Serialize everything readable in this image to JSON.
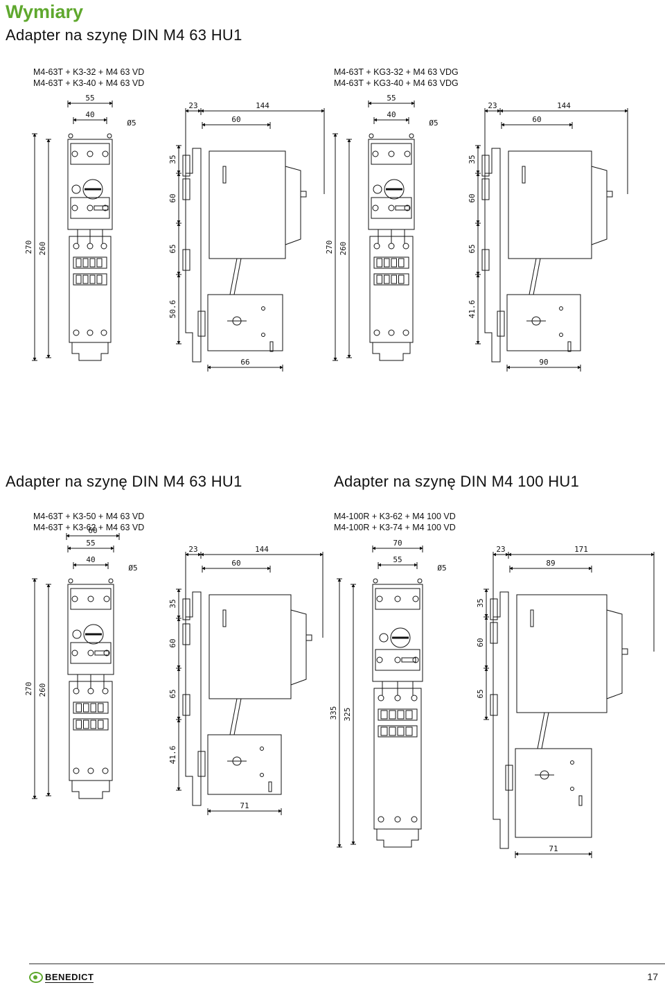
{
  "page": {
    "title": "Wymiary",
    "page_number": "17",
    "brand": "BENEDICT"
  },
  "sections": [
    {
      "title": "Adapter na szynę DIN M4 63 HU1",
      "diagrams": [
        {
          "combos": [
            "M4-63T + K3-32 + M4 63 VD",
            "M4-63T + K3-40 + M4 63 VD"
          ],
          "front_dims": {
            "width_outer": "55",
            "width_inner": "40",
            "hole": "Ø5",
            "height_outer": "270",
            "height_inner": "260"
          },
          "side_dims": {
            "rail": "23",
            "depth": "144",
            "mid": "60",
            "seg1": "35",
            "seg2": "60",
            "seg3": "65",
            "seg4": "50.6",
            "bottom": "66"
          }
        },
        {
          "combos": [
            "M4-63T + KG3-32 + M4 63 VDG",
            "M4-63T + KG3-40 + M4 63 VDG"
          ],
          "front_dims": {
            "width_outer": "55",
            "width_inner": "40",
            "hole": "Ø5",
            "height_outer": "270",
            "height_inner": "260"
          },
          "side_dims": {
            "rail": "23",
            "depth": "144",
            "mid": "60",
            "seg1": "35",
            "seg2": "60",
            "seg3": "65",
            "seg4": "41.6",
            "bottom": "90"
          }
        }
      ]
    },
    {
      "title": "Adapter na szynę DIN M4 63 HU1",
      "diagrams": [
        {
          "combos": [
            "M4-63T + K3-50 + M4 63 VD",
            "M4-63T + K3-62 + M4 63 VD"
          ],
          "front_dims": {
            "width_top": "60",
            "width_outer": "55",
            "width_inner": "40",
            "hole": "Ø5",
            "height_outer": "270",
            "height_inner": "260"
          },
          "side_dims": {
            "rail": "23",
            "depth": "144",
            "mid": "60",
            "seg1": "35",
            "seg2": "60",
            "seg3": "65",
            "seg4": "41.6",
            "bottom": "71"
          }
        }
      ]
    },
    {
      "title": "Adapter na szynę DIN M4 100 HU1",
      "diagrams": [
        {
          "combos": [
            "M4-100R + K3-62 + M4 100 VD",
            "M4-100R + K3-74 + M4 100 VD"
          ],
          "front_dims": {
            "width_outer": "70",
            "width_inner": "55",
            "hole": "Ø5",
            "height_outer": "335",
            "height_inner": "325"
          },
          "side_dims": {
            "rail": "23",
            "depth": "171",
            "mid": "89",
            "seg1": "35",
            "seg2": "60",
            "seg3": "65",
            "bottom": "71"
          }
        }
      ]
    }
  ]
}
